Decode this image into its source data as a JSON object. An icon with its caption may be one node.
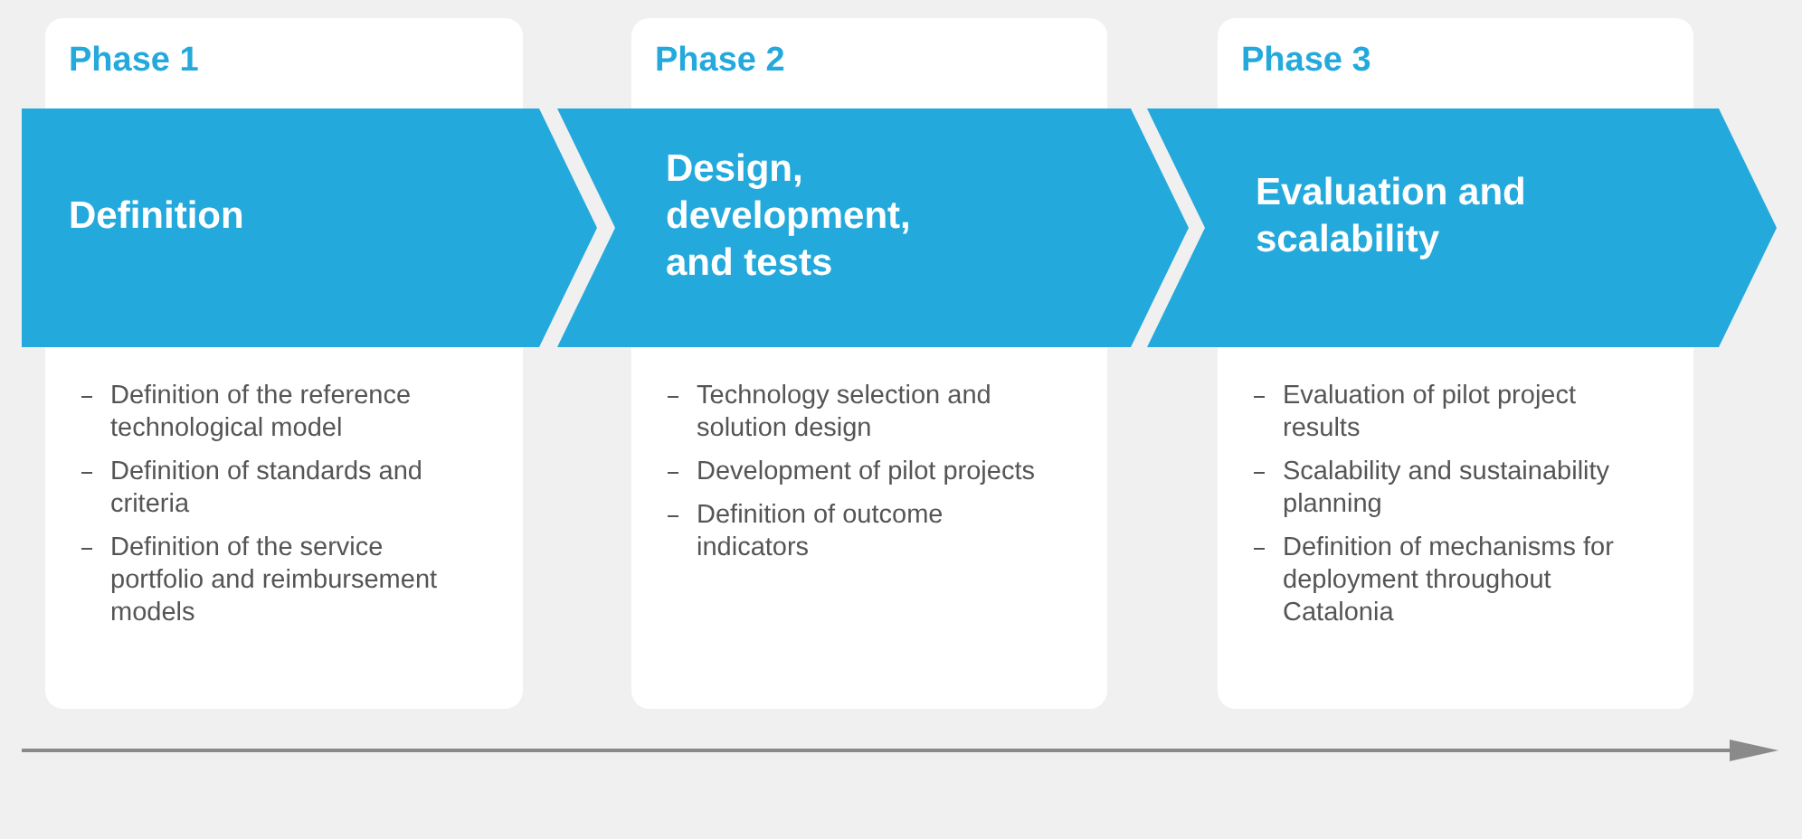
{
  "diagram": {
    "nodes": [
      {
        "text": [
          "Phase 1",
          "Definition of the reference technological model",
          "Definition of standards and criteria",
          "Definition of the service portfolio and reimbursement models"
        ]
      },
      {
        "text": [
          "Definition"
        ]
      },
      {
        "text": [
          "Phase 2",
          "Technology selection and solution design",
          "Development of pilot projects",
          "Definition of outcome indicators"
        ]
      },
      {
        "text": [
          "Design, development, and tests"
        ]
      },
      {
        "text": [
          "Phase 3",
          "Evaluation of pilot project results",
          "Scalability and sustainability planning",
          "Definition of mechanisms for deployment throughout Catalonia"
        ]
      },
      {
        "text": [
          "Evaluation and scalability"
        ]
      }
    ]
  }
}
